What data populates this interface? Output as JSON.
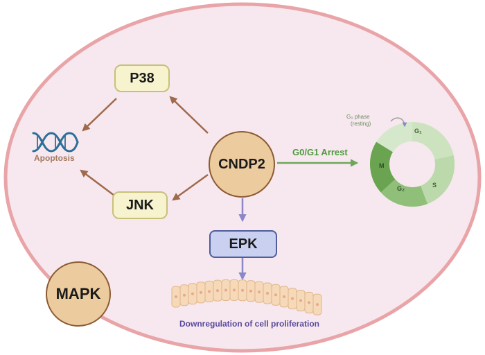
{
  "nodes": {
    "p38": "P38",
    "jnk": "JNK",
    "cndp2": "CNDP2",
    "epk": "EPK",
    "mapk": "MAPK"
  },
  "labels": {
    "apoptosis": "Apoptosis",
    "arrest": "G0/G1 Arrest",
    "proliferation": "Downregulation of cell proliferation"
  },
  "cell_cycle": {
    "g0_line1": "G₀ phase",
    "g0_line2": "(resting)",
    "g1": "G₁",
    "s": "S",
    "g2": "G₂",
    "m": "M"
  },
  "colors": {
    "cell_fill": "#f6e8ee",
    "cell_border": "#e9a4a8",
    "inhibit_arrow": "#a0694b",
    "green_arrow": "#6fa65a",
    "purple_arrow": "#8a86c8",
    "dna": "#2d6f9a",
    "proliferation_text": "#5b4a9e"
  },
  "icons": [
    "dna-helix-icon",
    "cell-cycle-ring-icon",
    "epithelial-cell-row-icon"
  ]
}
